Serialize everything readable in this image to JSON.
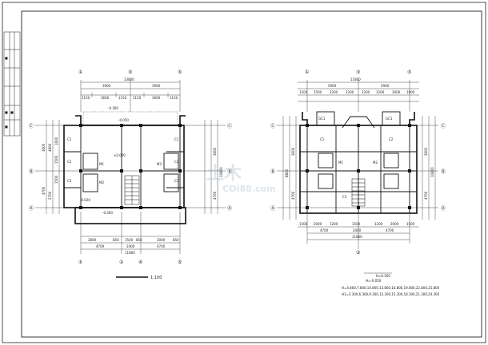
{
  "plan_a": {
    "top_axes": [
      "①",
      "③",
      "⑤"
    ],
    "bottom_axes": [
      "①",
      "②",
      "④",
      "⑤"
    ],
    "left_axes": [
      "Ⓒ",
      "Ⓑ",
      "Ⓐ"
    ],
    "right_axes": [
      "Ⓒ",
      "Ⓑ",
      "Ⓐ"
    ],
    "overall_width": "13800",
    "top_bays": [
      "3900",
      "3900"
    ],
    "top_detail": [
      "1150",
      "3600",
      "1150",
      "1150",
      "3600",
      "1150"
    ],
    "bottom_overall": "11800",
    "bottom_bays": [
      "4700",
      "2400",
      "4700"
    ],
    "bottom_detail": [
      "2800",
      "850",
      "1500",
      "850",
      "3000",
      "850"
    ],
    "left_dims": [
      "3600",
      "4700"
    ],
    "left_detail": [
      "4800",
      "1500",
      "1500",
      "1600",
      "2700"
    ],
    "right_overall": "10800",
    "right_dims": [
      "3600",
      "4700"
    ],
    "level_labels": [
      "-0.300",
      "-0.050",
      "±0.000",
      "-0.020",
      "-0.300"
    ],
    "room_labels": [
      "C1",
      "C2",
      "C3",
      "M1",
      "M2",
      "M3"
    ],
    "scale": "1:100"
  },
  "plan_b": {
    "top_axes": [
      "①",
      "③",
      "⑤"
    ],
    "bottom_axes": [
      "③"
    ],
    "left_axes": [
      "Ⓒ",
      "Ⓑ",
      "Ⓐ"
    ],
    "right_axes": [
      "Ⓒ",
      "Ⓑ",
      "Ⓐ"
    ],
    "overall_width": "11800",
    "top_bays": [
      "5900",
      "5900"
    ],
    "top_detail": [
      "1200",
      "1500",
      "2200",
      "1200",
      "1200",
      "1200",
      "3000",
      "1000"
    ],
    "bottom_overall": "11800",
    "bottom_bays": [
      "4700",
      "2400",
      "4700"
    ],
    "bottom_detail": [
      "1500",
      "2000",
      "1200",
      "1500",
      "1200",
      "2000",
      "1500"
    ],
    "left_overall": "8800",
    "left_dims": [
      "3600",
      "4700"
    ],
    "right_overall": "10800",
    "right_dims": [
      "3600",
      "4700"
    ],
    "room_labels": [
      "C1",
      "C2",
      "C3",
      "M1",
      "M2",
      "GC1"
    ],
    "notes": [
      "H=6.300",
      "H=-0.050",
      "H=4.800,7.800,10.800,13.800,16.800,19.800,22.800,25.800",
      "H1=3.300,6.300,9.300,12.300,15.300,18.300,21.300,24.300"
    ]
  },
  "watermark": {
    "main": "土木",
    "sub": "COI88.com"
  },
  "title_block": {
    "marks": [
      "■",
      "■",
      "■",
      "■"
    ]
  }
}
